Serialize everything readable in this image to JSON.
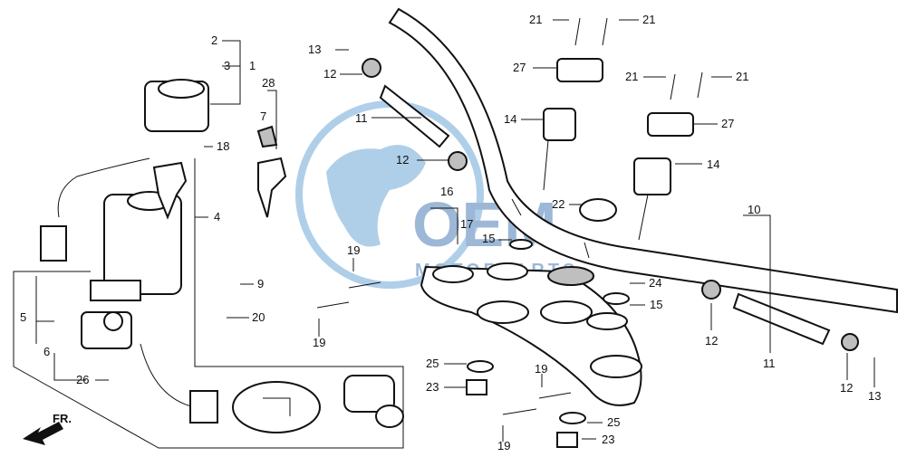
{
  "diagram": {
    "watermark": {
      "brand": "OEM",
      "tagline": "MOTORPARTS",
      "color_globe": "#6fa8d8",
      "color_text": "#4d7fb5"
    },
    "direction_marker": "FR.",
    "callouts": [
      {
        "id": "c1",
        "text": "1"
      },
      {
        "id": "c2",
        "text": "2"
      },
      {
        "id": "c3",
        "text": "3"
      },
      {
        "id": "c4",
        "text": "4"
      },
      {
        "id": "c5",
        "text": "5"
      },
      {
        "id": "c6",
        "text": "6"
      },
      {
        "id": "c7",
        "text": "7"
      },
      {
        "id": "c9",
        "text": "9"
      },
      {
        "id": "c10",
        "text": "10"
      },
      {
        "id": "c11a",
        "text": "11"
      },
      {
        "id": "c11b",
        "text": "11"
      },
      {
        "id": "c12a",
        "text": "12"
      },
      {
        "id": "c12b",
        "text": "12"
      },
      {
        "id": "c12c",
        "text": "12"
      },
      {
        "id": "c12d",
        "text": "12"
      },
      {
        "id": "c13a",
        "text": "13"
      },
      {
        "id": "c13b",
        "text": "13"
      },
      {
        "id": "c14a",
        "text": "14"
      },
      {
        "id": "c14b",
        "text": "14"
      },
      {
        "id": "c15a",
        "text": "15"
      },
      {
        "id": "c15b",
        "text": "15"
      },
      {
        "id": "c16",
        "text": "16"
      },
      {
        "id": "c17",
        "text": "17"
      },
      {
        "id": "c18",
        "text": "18"
      },
      {
        "id": "c19a",
        "text": "19"
      },
      {
        "id": "c19b",
        "text": "19"
      },
      {
        "id": "c19c",
        "text": "19"
      },
      {
        "id": "c19d",
        "text": "19"
      },
      {
        "id": "c20",
        "text": "20"
      },
      {
        "id": "c21a",
        "text": "21"
      },
      {
        "id": "c21b",
        "text": "21"
      },
      {
        "id": "c21c",
        "text": "21"
      },
      {
        "id": "c21d",
        "text": "21"
      },
      {
        "id": "c22",
        "text": "22"
      },
      {
        "id": "c23a",
        "text": "23"
      },
      {
        "id": "c23b",
        "text": "23"
      },
      {
        "id": "c24",
        "text": "24"
      },
      {
        "id": "c25a",
        "text": "25"
      },
      {
        "id": "c25b",
        "text": "25"
      },
      {
        "id": "c26",
        "text": "26"
      },
      {
        "id": "c27a",
        "text": "27"
      },
      {
        "id": "c27b",
        "text": "27"
      },
      {
        "id": "c28",
        "text": "28"
      }
    ]
  }
}
